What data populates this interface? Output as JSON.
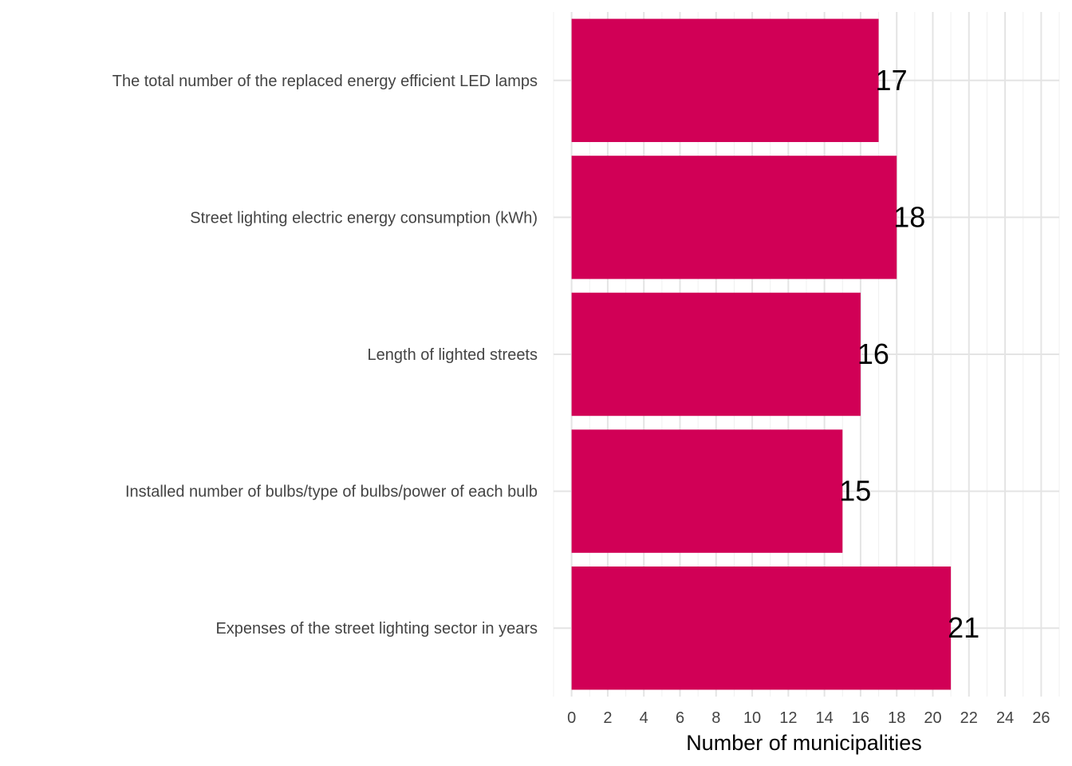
{
  "chart_data": {
    "type": "bar",
    "orientation": "horizontal",
    "categories": [
      "The total number of the replaced energy efficient LED lamps",
      "Street lighting electric energy consumption  (kWh)",
      "Length of lighted streets",
      "Installed number of bulbs/type of bulbs/power of each bulb",
      "Expenses of the street lighting sector in years"
    ],
    "values": [
      17,
      18,
      16,
      15,
      21
    ],
    "xlabel": "Number of municipalities",
    "ylabel": "",
    "xlim": [
      -1,
      27
    ],
    "xticks": [
      0,
      2,
      4,
      6,
      8,
      10,
      12,
      14,
      16,
      18,
      20,
      22,
      24,
      26
    ],
    "grid": true,
    "legend": "none",
    "bar_color": "#D10056"
  }
}
